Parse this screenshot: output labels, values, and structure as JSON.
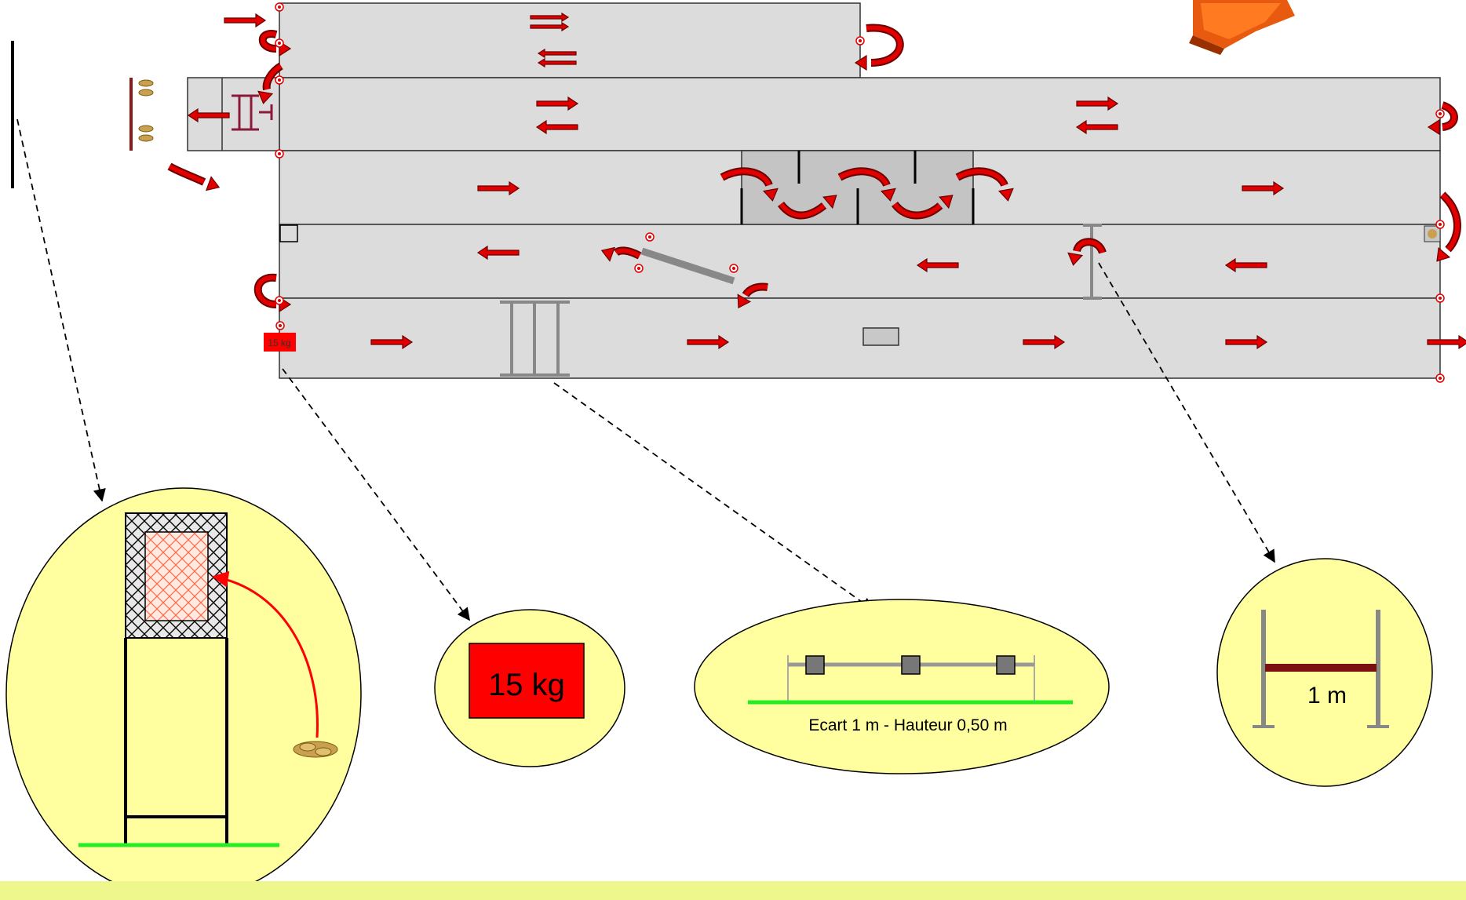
{
  "labels": {
    "weight_tag": "15 kg",
    "weight_detail": "15 kg",
    "hurdles_caption": "Ecart 1 m - Hauteur 0,50 m",
    "bar_width": "1 m"
  },
  "colors": {
    "lane_fill": "#dcdcdc",
    "lane_stroke": "#333333",
    "arrow_red": "#e00000",
    "arrow_stroke": "#6a0000",
    "zoom_fill": "#ffffa0",
    "ground_green": "#22ee22",
    "weight_red": "#ff0000",
    "bar_maroon": "#7a1010",
    "pole_gray": "#888888",
    "footer": "#eef78c"
  },
  "icons": {
    "arrow": "red-arrow-icon",
    "uturn": "u-turn-arrow-icon",
    "cone": "cone-marker-icon",
    "rope": "rope-coil-icon",
    "logo": "logo-icon"
  }
}
